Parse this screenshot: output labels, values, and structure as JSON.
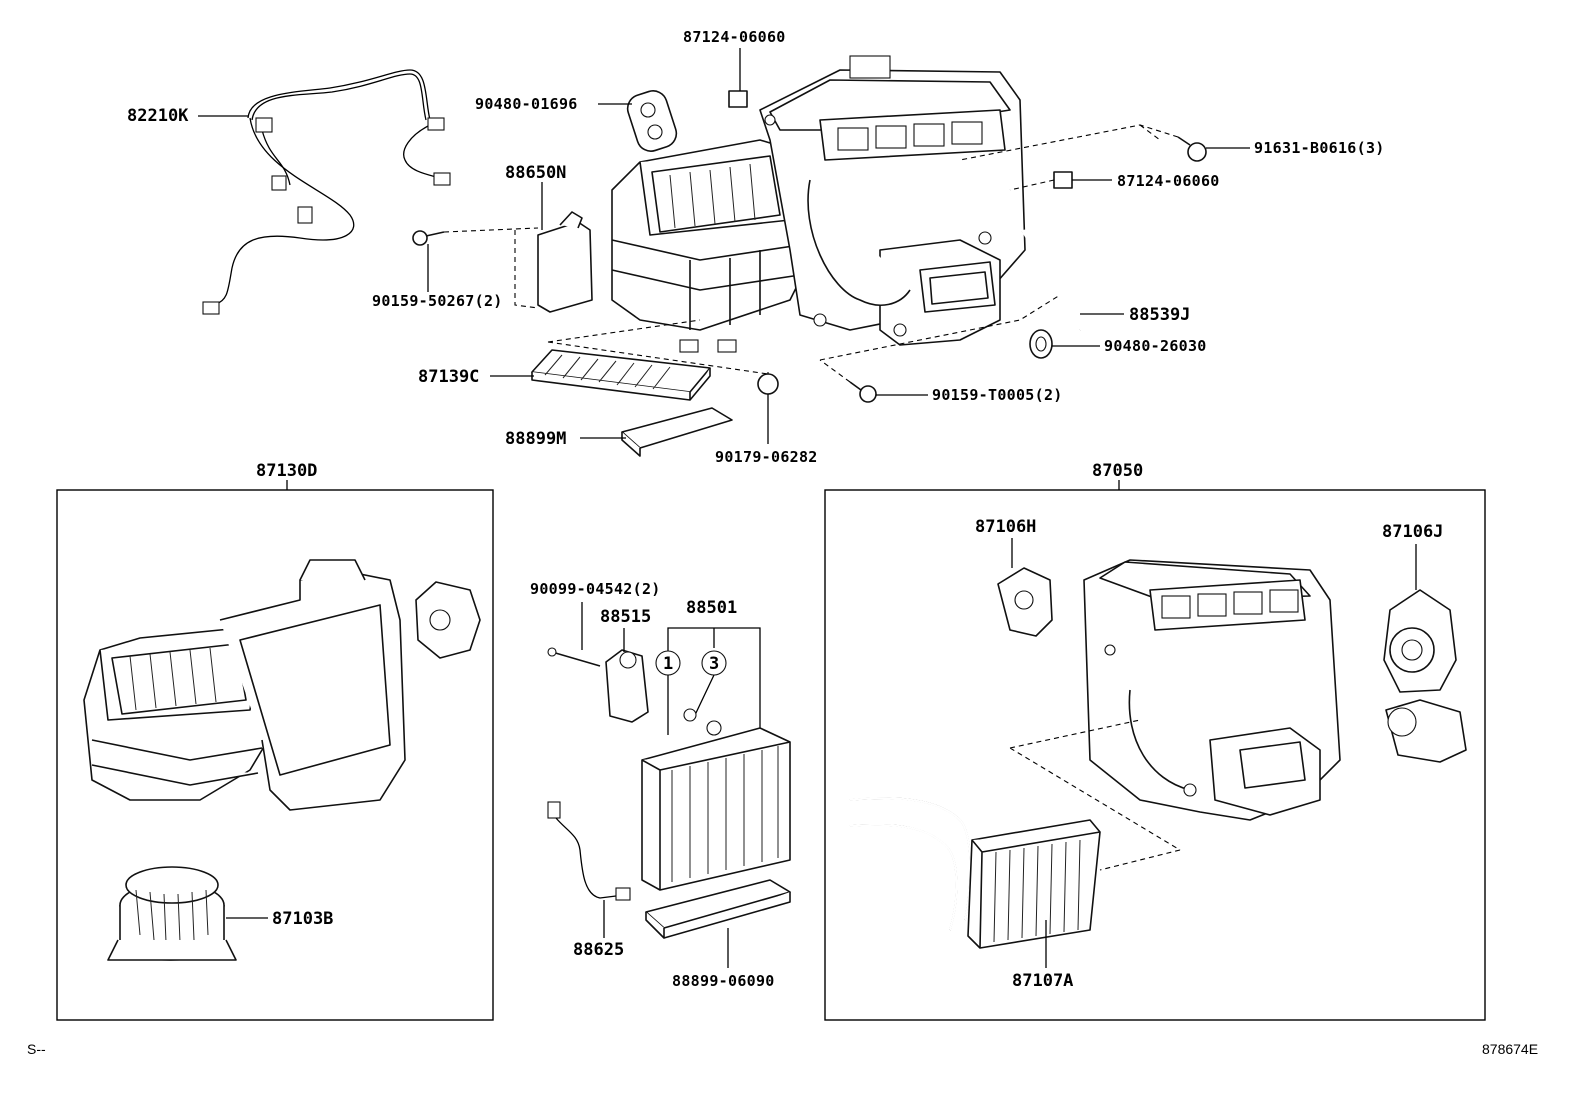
{
  "labels": {
    "p82210K": "82210K",
    "p87124_06060_top": "87124-06060",
    "p90480_01696": "90480-01696",
    "p88650N": "88650N",
    "p91631_B0616": "91631-B0616(3)",
    "p87124_06060_right": "87124-06060",
    "p90159_50267": "90159-50267(2)",
    "p88539J": "88539J",
    "p90480_26030": "90480-26030",
    "p87139C": "87139C",
    "p90159_T0005": "90159-T0005(2)",
    "p88899M": "88899M",
    "p90179_06282": "90179-06282",
    "p87130D": "87130D",
    "p87050": "87050",
    "p87106H": "87106H",
    "p87106J": "87106J",
    "p90099_04542": "90099-04542(2)",
    "p88515": "88515",
    "p88501": "88501",
    "callout1": "1",
    "callout3": "3",
    "p87103B": "87103B",
    "p88625": "88625",
    "p88899_06090": "88899-06090",
    "p87107A": "87107A"
  },
  "footer": {
    "left_code": "S--",
    "right_code": "878674E"
  }
}
